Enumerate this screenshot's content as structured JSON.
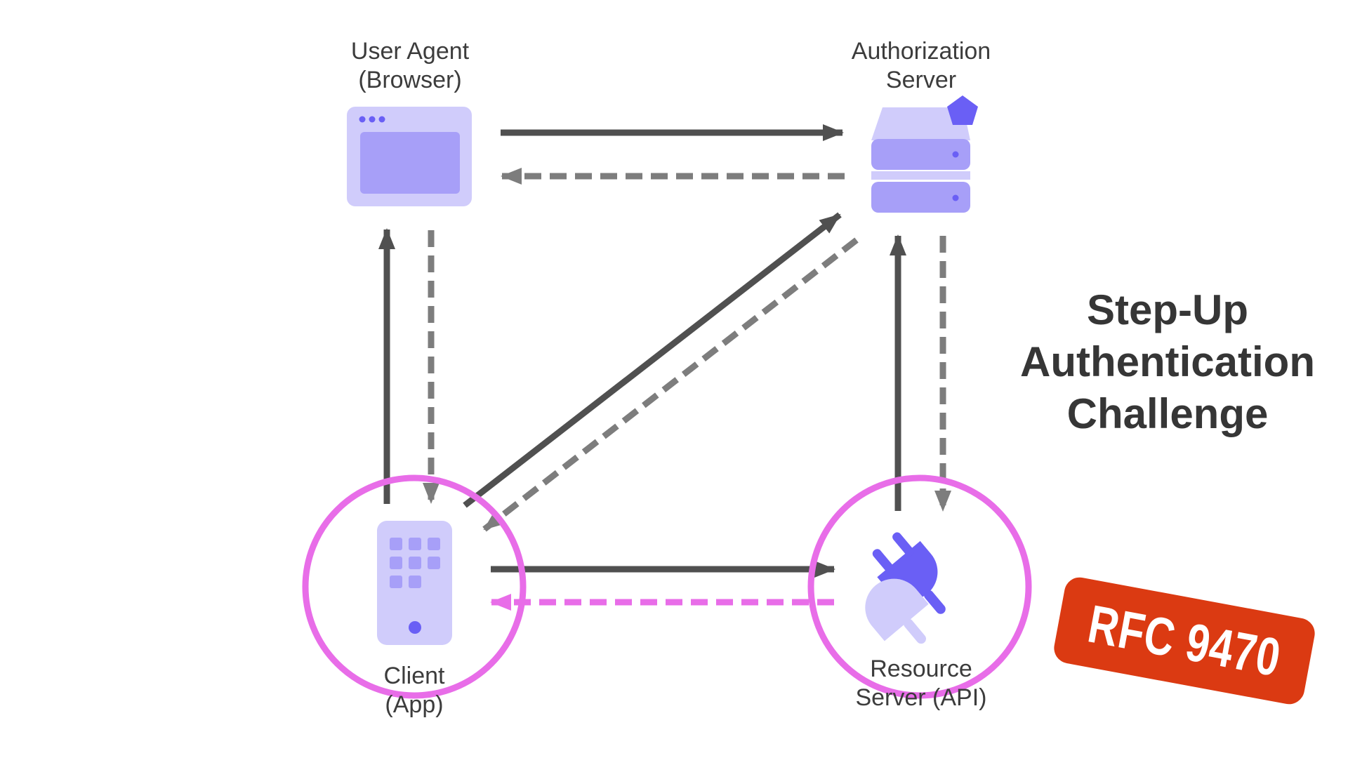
{
  "nodes": {
    "user_agent": {
      "line1": "User Agent",
      "line2": "(Browser)"
    },
    "authorization_server": {
      "line1": "Authorization",
      "line2": "Server"
    },
    "client": {
      "line1": "Client",
      "line2": "(App)"
    },
    "resource_server": {
      "line1": "Resource",
      "line2": "Server (API)"
    }
  },
  "title": {
    "line1": "Step-Up",
    "line2": "Authentication",
    "line3": "Challenge"
  },
  "badge": {
    "label": "RFC 9470"
  },
  "colors": {
    "arrow_solid": "#505050",
    "arrow_dashed": "#7d7d7d",
    "highlight": "#e86de8",
    "icon_light": "#d0ccfb",
    "icon_mid": "#a79ff8",
    "icon_accent": "#6a5ff5",
    "badge": "#db3a12"
  },
  "icons": {
    "user_agent": "browser-window-icon",
    "authorization_server": "server-stack-icon",
    "client": "mobile-phone-icon",
    "resource_server": "plug-connector-icon"
  }
}
